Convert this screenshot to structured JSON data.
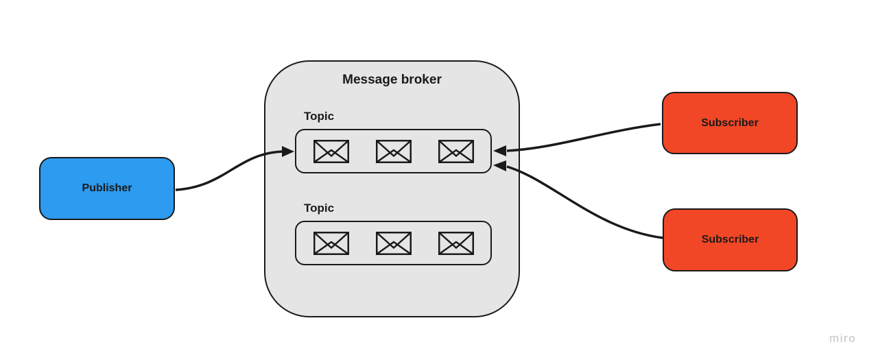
{
  "colors": {
    "publisher": "#2D9BF0",
    "subscriber": "#F24726",
    "broker_fill": "#E5E5E5",
    "stroke": "#1A1A1A",
    "watermark": "#C3C3CA"
  },
  "publisher": {
    "label": "Publisher"
  },
  "subscribers": [
    {
      "label": "Subscriber"
    },
    {
      "label": "Subscriber"
    }
  ],
  "broker": {
    "title": "Message broker",
    "topics": [
      {
        "label": "Topic",
        "envelope_count": 3
      },
      {
        "label": "Topic",
        "envelope_count": 3
      }
    ]
  },
  "watermark": "miro"
}
